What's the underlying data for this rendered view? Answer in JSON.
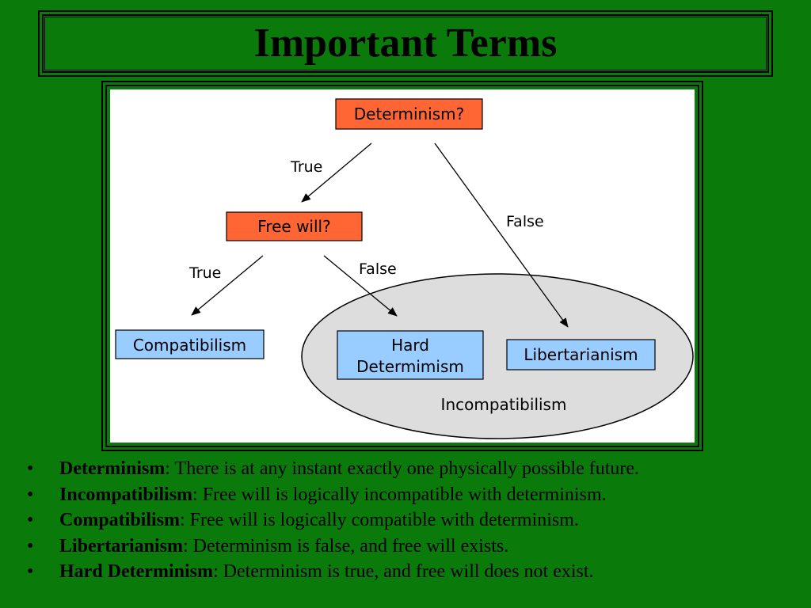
{
  "slide": {
    "title": "Important Terms"
  },
  "diagram": {
    "nodes": {
      "determinism": "Determinism?",
      "free_will": "Free will?",
      "compatibilism": "Compatibilism",
      "hard_line1": "Hard",
      "hard_line2": "Determimism",
      "libertarianism": "Libertarianism",
      "incompatibilism": "Incompatibilism"
    },
    "edges": {
      "det_true": "True",
      "det_false": "False",
      "fw_true": "True",
      "fw_false": "False"
    },
    "colors": {
      "question_fill": "#ff6633",
      "answer_fill": "#99ccff",
      "ellipse_fill": "#dddddd"
    }
  },
  "definitions": [
    {
      "term": "Determinism",
      "text": ": There is at any instant exactly one physically possible future."
    },
    {
      "term": "Incompatibilism",
      "text": ": Free will is logically incompatible with determinism."
    },
    {
      "term": "Compatibilism",
      "text": ": Free will is logically compatible with determinism."
    },
    {
      "term": "Libertarianism",
      "text": ": Determinism is false, and free will exists."
    },
    {
      "term": "Hard Determinism",
      "text": ": Determinism is true, and free will does not exist."
    }
  ]
}
